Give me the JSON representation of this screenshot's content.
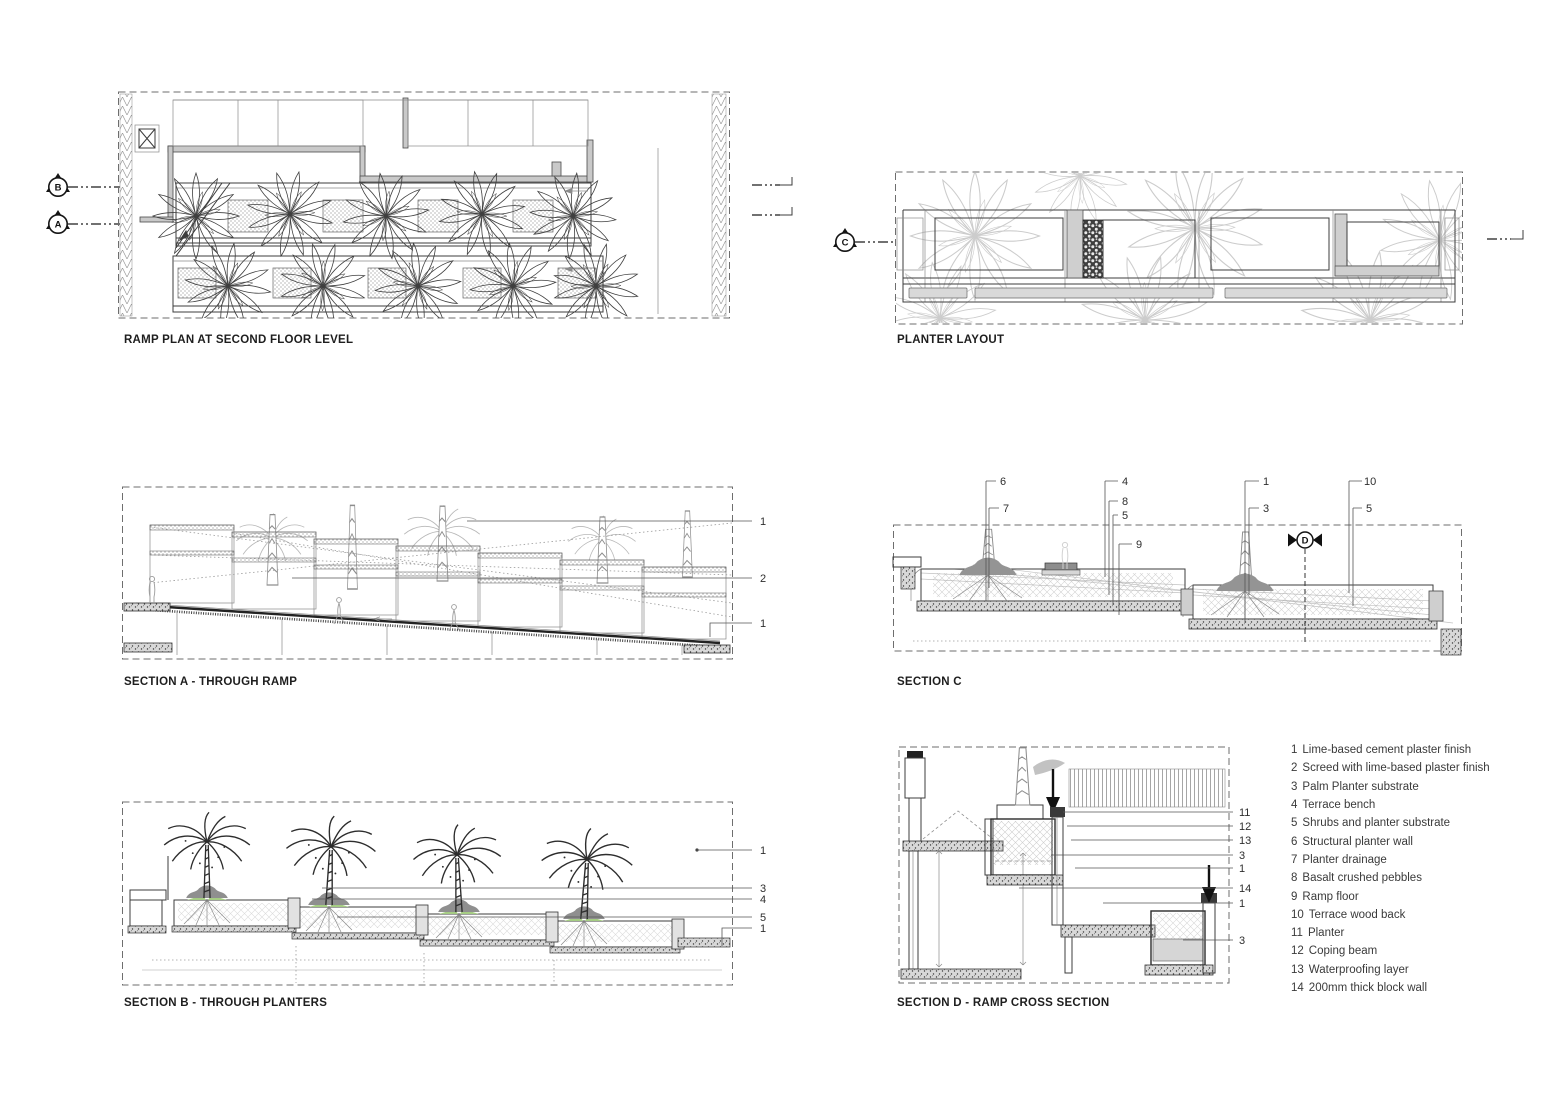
{
  "sheet_title": "Ramp and planter architectural details",
  "colors": {
    "ink": "#2f2f2f",
    "faint_line": "#c2c2c2",
    "wall_fill": "#cfcfcf",
    "bench_fill": "#d9d9d9",
    "shrub_gray": "#949494",
    "planting_green": "#a5cc83",
    "paper": "#ffffff"
  },
  "panels": {
    "ramp_plan": {
      "title": "RAMP PLAN AT SECOND FLOOR LEVEL"
    },
    "planter_layout": {
      "title": "PLANTER LAYOUT"
    },
    "section_a": {
      "title": "SECTION A - THROUGH RAMP",
      "callouts": [
        "1",
        "2",
        "1"
      ]
    },
    "section_c": {
      "title": "SECTION C",
      "callouts": [
        "6",
        "7",
        "4",
        "8",
        "5",
        "9",
        "1",
        "3",
        "10",
        "5"
      ]
    },
    "section_b": {
      "title": "SECTION B - THROUGH PLANTERS",
      "callouts": [
        "1",
        "3",
        "4",
        "5",
        "1"
      ]
    },
    "section_d": {
      "title": "SECTION D - RAMP CROSS SECTION",
      "callouts": [
        "11",
        "12",
        "13",
        "3",
        "1",
        "14",
        "1",
        "3"
      ]
    }
  },
  "markers": {
    "plan_section_b": "B",
    "plan_section_a": "A",
    "layout_section_c": "C",
    "detail_section_d": "D"
  },
  "legend": {
    "items": [
      {
        "num": "1",
        "label": "Lime-based cement plaster finish"
      },
      {
        "num": "2",
        "label": "Screed with lime-based plaster finish"
      },
      {
        "num": "3",
        "label": "Palm Planter substrate"
      },
      {
        "num": "4",
        "label": "Terrace bench"
      },
      {
        "num": "5",
        "label": "Shrubs and planter substrate"
      },
      {
        "num": "6",
        "label": "Structural planter wall"
      },
      {
        "num": "7",
        "label": "Planter drainage"
      },
      {
        "num": "8",
        "label": "Basalt crushed pebbles"
      },
      {
        "num": "9",
        "label": "Ramp floor"
      },
      {
        "num": "10",
        "label": "Terrace wood back"
      },
      {
        "num": "11",
        "label": "Planter"
      },
      {
        "num": "12",
        "label": "Coping beam"
      },
      {
        "num": "13",
        "label": "Waterproofing layer"
      },
      {
        "num": "14",
        "label": "200mm thick block wall"
      }
    ]
  }
}
